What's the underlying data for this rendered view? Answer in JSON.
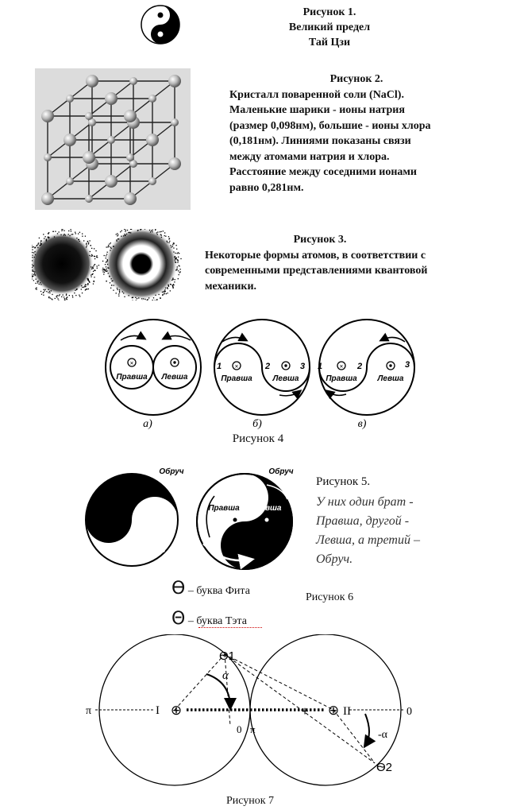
{
  "fig1": {
    "lines": [
      "Рисунок 1.",
      "Великий предел",
      "Тай Цзи"
    ]
  },
  "fig2": {
    "title": "Рисунок 2.",
    "lines": [
      "Кристалл поваренной соли (NaCl).",
      "Маленькие шарики - ионы натрия",
      "(размер 0,098нм), большие - ионы хлора",
      "(0,181нм). Линиями показаны связи",
      "между атомами натрия и хлора.",
      "Расстояние между соседними ионами",
      "равно 0,281нм."
    ]
  },
  "fig3": {
    "title": "Рисунок 3.",
    "lines": [
      "Некоторые формы атомов, в соответствии с",
      "современными представлениями квантовой",
      "механики."
    ]
  },
  "fig4": {
    "caption": "Рисунок 4",
    "pravsha": "Правша",
    "levsha": "Левша",
    "sub_a": "а)",
    "sub_b": "б)",
    "sub_v": "в)",
    "n1": "1",
    "n2": "2",
    "n3": "3"
  },
  "fig5": {
    "title": "Рисунок 5.",
    "obruch": "Обруч",
    "pravsha": "Правша",
    "levsha": "Левша",
    "quote_lines": [
      "У них один брат -",
      "Правша, другой -",
      "Левша, а третий –",
      "Обруч."
    ]
  },
  "fig6": {
    "caption": "Рисунок 6",
    "fita_symbol": "Ѳ",
    "fita_text": "– буква Фита",
    "theta_symbol": "Θ",
    "theta_text": "– буква Тэта"
  },
  "fig7": {
    "caption": "Рисунок 7",
    "pi_left": "π",
    "roman1": "I",
    "zero_mid": "0",
    "pi_mid": "π",
    "plus_mid": "+",
    "roman2": "II",
    "zero_right": "0",
    "theta1": "Ѳ1",
    "theta2": "Ѳ2",
    "alpha": "α",
    "neg_alpha": "-α",
    "oplus": "⊕"
  }
}
